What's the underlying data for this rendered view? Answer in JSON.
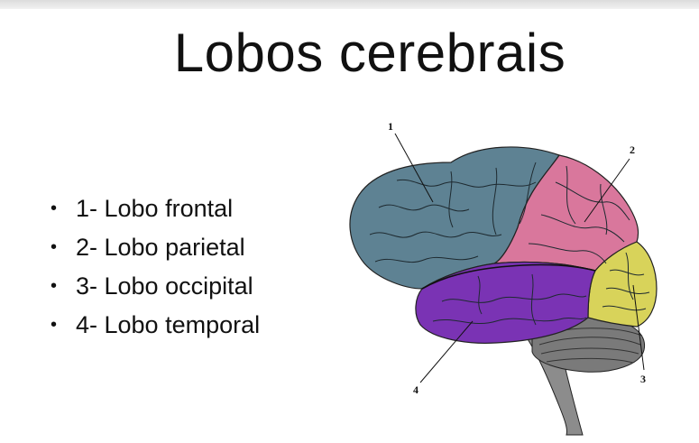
{
  "title": "Lobos cerebrais",
  "bullets": [
    "1- Lobo frontal",
    "2- Lobo parietal",
    "3- Lobo occipital",
    "4- Lobo temporal"
  ],
  "diagram": {
    "markers": [
      "1",
      "2",
      "3",
      "4"
    ],
    "colors": {
      "frontal": "#5e8293",
      "parietal": "#d9779c",
      "occipital": "#d8d35a",
      "temporal": "#7a33b4",
      "cerebellum": "#7a7a7a",
      "brainstem": "#8c8c8c"
    }
  }
}
